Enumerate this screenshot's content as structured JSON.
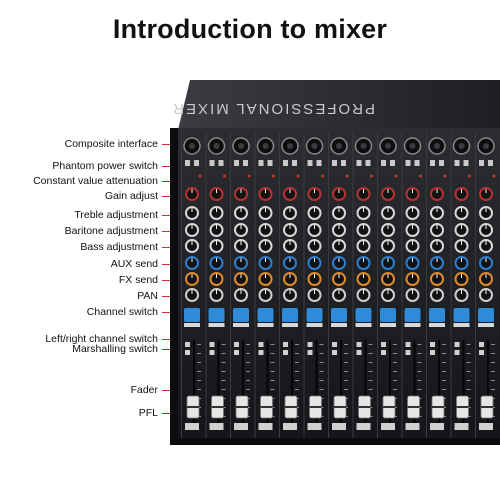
{
  "title": "Introduction to mixer",
  "brand_panel_text": "PROFESSIONAL MIXER",
  "colors": {
    "accent": "#d0312d",
    "body": "#1b1c1f",
    "screen": "#2f8ad8"
  },
  "callouts": [
    {
      "label": "Composite interface"
    },
    {
      "label": "Phantom power switch"
    },
    {
      "label": "Constant value attenuation"
    },
    {
      "label": "Gain adjust"
    },
    {
      "label": "Treble adjustment"
    },
    {
      "label": "Baritone adjustment"
    },
    {
      "label": "Bass adjustment"
    },
    {
      "label": "AUX send"
    },
    {
      "label": "FX send"
    },
    {
      "label": "PAN"
    },
    {
      "label": "Channel switch"
    },
    {
      "label": "Left/right channel switch"
    },
    {
      "label": "Marshalling switch"
    },
    {
      "label": "Fader"
    },
    {
      "label": "PFL"
    }
  ]
}
